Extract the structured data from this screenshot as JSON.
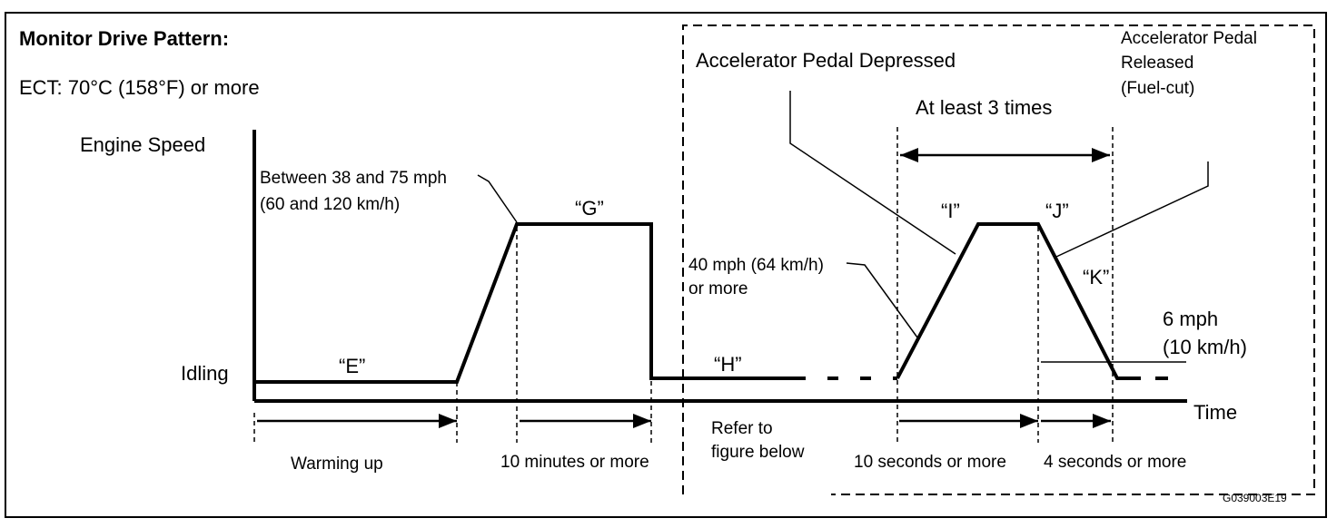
{
  "title": "Monitor Drive Pattern:",
  "condition": "ECT: 70°C (158°F) or more",
  "axes": {
    "y_label": "Engine Speed",
    "y_idle": "Idling",
    "x_label": "Time"
  },
  "boxes": {
    "depressed": "Accelerator Pedal Depressed",
    "released_line1": "Accelerator Pedal",
    "released_line2": "Released",
    "released_line3": "(Fuel-cut)"
  },
  "stages": {
    "e": "“E”",
    "g": "“G”",
    "h": "“H”",
    "i": "“I”",
    "j": "“J”",
    "k": "“K”"
  },
  "speeds": {
    "range_line1": "Between 38 and 75 mph",
    "range_line2": "(60 and 120 km/h)",
    "forty_line1": "40 mph (64 km/h)",
    "forty_line2": "or more",
    "six_line1": "6 mph",
    "six_line2": "(10 km/h)"
  },
  "repeat": "At least 3 times",
  "durations": {
    "warming": "Warming up",
    "ten_min": "10 minutes or more",
    "refer_line1": "Refer to",
    "refer_line2": "figure below",
    "ten_sec": "10 seconds or more",
    "four_sec": "4 seconds or more"
  },
  "figure_code": "G039003E19"
}
